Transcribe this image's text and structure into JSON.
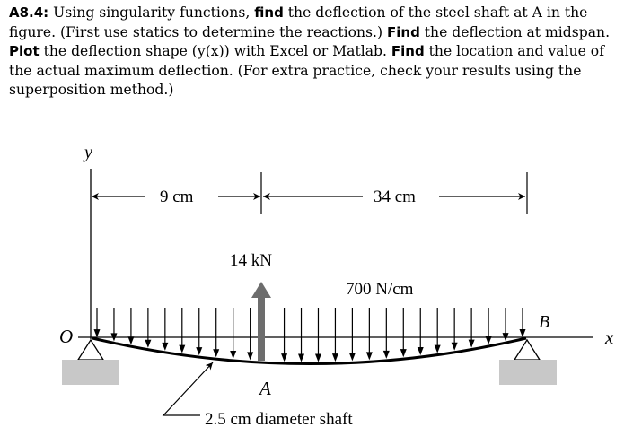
{
  "problem": {
    "id": "A8.4:",
    "parts": [
      {
        "t": " Using singularity functions, ",
        "b": false
      },
      {
        "t": "find",
        "b": true
      },
      {
        "t": " the deflection of the steel shaft at A in the figure. (First use statics to determine the reactions.) ",
        "b": false
      },
      {
        "t": "Find",
        "b": true
      },
      {
        "t": " the deflection at midspan. ",
        "b": false
      },
      {
        "t": "Plot",
        "b": true
      },
      {
        "t": " the deflection shape (y(x)) with Excel or Matlab. ",
        "b": false
      },
      {
        "t": "Find",
        "b": true
      },
      {
        "t": " the location and value of the actual maximum deflection. (For extra practice, check your results using the superposition method.)",
        "b": false
      }
    ]
  },
  "figure": {
    "axis_y": "y",
    "axis_x": "x",
    "origin": "O",
    "support_b": "B",
    "point_a": "A",
    "dim_left": "9 cm",
    "dim_right": "34 cm",
    "point_load": "14 kN",
    "dist_load": "700 N/cm",
    "shaft": "2.5 cm diameter shaft",
    "colors": {
      "ink": "#000000",
      "support_base": "#c8c8c8",
      "force_arrow": "#6d6d6d"
    },
    "load_arrow_count": 26
  }
}
